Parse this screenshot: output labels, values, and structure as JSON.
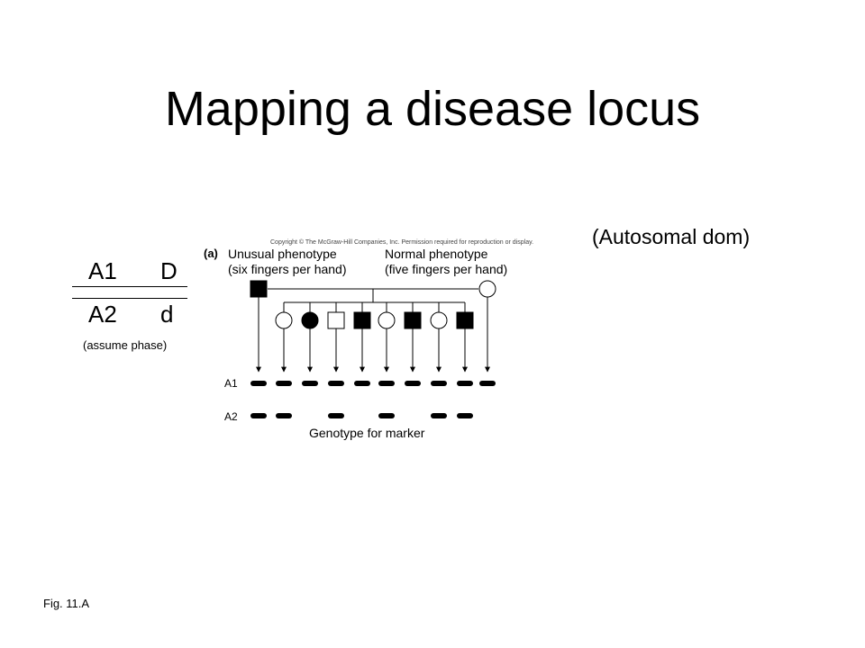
{
  "slide": {
    "title": "Mapping a disease locus",
    "mode_note": "(Autosomal dom)",
    "phase_note": "(assume phase)",
    "figure_caption": "Fig. 11.A"
  },
  "haplotype": {
    "top_marker": "A1",
    "top_allele": "D",
    "bottom_marker": "A2",
    "bottom_allele": "d"
  },
  "figure": {
    "copyright": "Copyright © The McGraw-Hill Companies, Inc. Permission required for reproduction or display.",
    "panel_label": "(a)",
    "unusual_phenotype": "Unusual phenotype",
    "unusual_detail": "(six fingers per hand)",
    "normal_phenotype": "Normal phenotype",
    "normal_detail": "(five fingers per hand)",
    "marker_row_1": "A1",
    "marker_row_2": "A2",
    "marker_axis_label": "Genotype for marker",
    "parents": [
      {
        "sex": "male",
        "affected": true
      },
      {
        "sex": "female",
        "affected": false
      }
    ],
    "children": [
      {
        "sex": "female",
        "affected": false
      },
      {
        "sex": "female",
        "affected": true
      },
      {
        "sex": "male",
        "affected": false
      },
      {
        "sex": "male",
        "affected": true
      },
      {
        "sex": "female",
        "affected": false
      },
      {
        "sex": "male",
        "affected": true
      },
      {
        "sex": "female",
        "affected": false
      },
      {
        "sex": "male",
        "affected": true
      }
    ],
    "genotypes_order": "father, 8 children, mother",
    "has_A1": [
      true,
      true,
      true,
      true,
      true,
      true,
      true,
      true,
      true,
      true
    ],
    "has_A2": [
      true,
      true,
      false,
      true,
      false,
      true,
      false,
      true,
      true,
      false
    ]
  }
}
